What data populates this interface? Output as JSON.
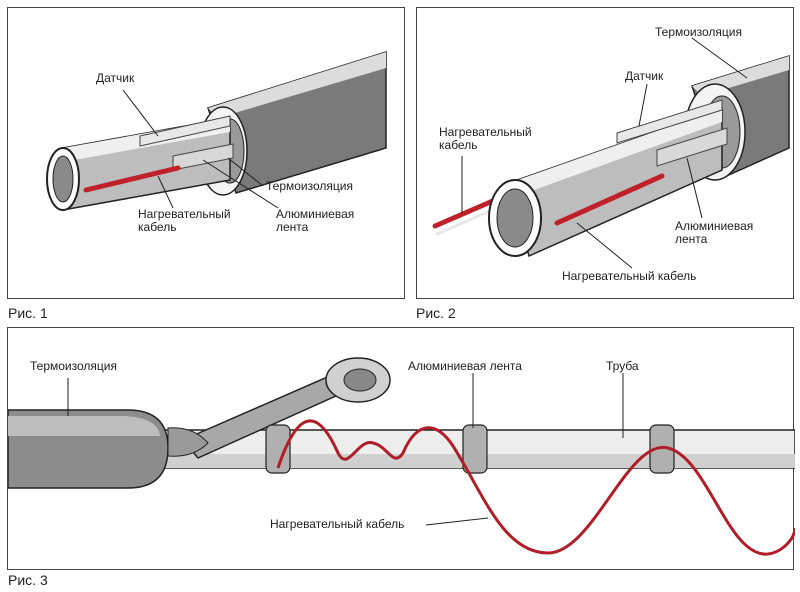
{
  "fig1": {
    "caption": "Рис. 1",
    "labels": {
      "sensor": "Датчик",
      "insulation": "Термоизоляция",
      "cable_line1": "Нагревательный",
      "cable_line2": "кабель",
      "tape_line1": "Алюминиевая",
      "tape_line2": "лента"
    }
  },
  "fig2": {
    "caption": "Рис. 2",
    "labels": {
      "insulation": "Термоизоляция",
      "sensor": "Датчик",
      "cable_line1": "Нагревательный",
      "cable_line2": "кабель",
      "tape_line1": "Алюминиевая",
      "tape_line2": "лента",
      "cable_bottom": "Нагревательный кабель"
    }
  },
  "fig3": {
    "caption": "Рис. 3",
    "labels": {
      "insulation": "Термоизоляция",
      "tape": "Алюминиевая лента",
      "pipe": "Труба",
      "cable": "Нагревательный кабель"
    }
  },
  "colors": {
    "cable": "#c0202a",
    "pipe_dark": "#6e6e6e",
    "pipe_light": "#e6e6e6",
    "outline": "#222222"
  }
}
